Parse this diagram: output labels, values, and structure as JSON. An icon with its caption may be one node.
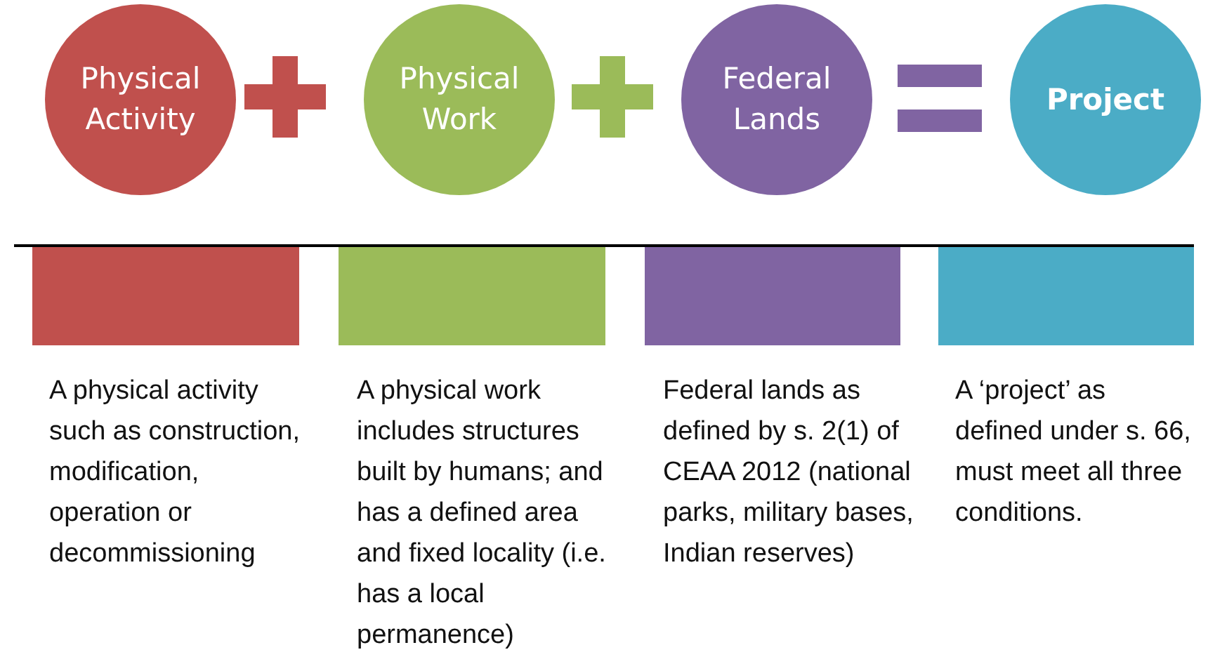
{
  "diagram": {
    "nodes": [
      {
        "text": [
          "Physical Activity"
        ]
      },
      {
        "text": [
          "Physical Work"
        ]
      },
      {
        "text": [
          "Federal Lands"
        ]
      },
      {
        "text": [
          "Project"
        ]
      },
      {
        "text": [],
        "shape": "bar",
        "beside": [
          "A physical activity such as construction, modification, operation or decommissioning"
        ]
      },
      {
        "text": [],
        "shape": "bar",
        "beside": [
          "A physical work includes structures built by humans; and has a defined area  and fixed locality (i.e. has a local permanence)"
        ]
      },
      {
        "text": [],
        "shape": "bar",
        "beside": [
          "Federal lands as defined by  s. 2(1) of CEAA 2012 (national parks, military bases, Indian reserves)"
        ]
      },
      {
        "text": [],
        "shape": "bar",
        "beside": [
          "A ‘project’ as defined under s. 66, must meet all three conditions."
        ]
      }
    ],
    "edges": []
  }
}
